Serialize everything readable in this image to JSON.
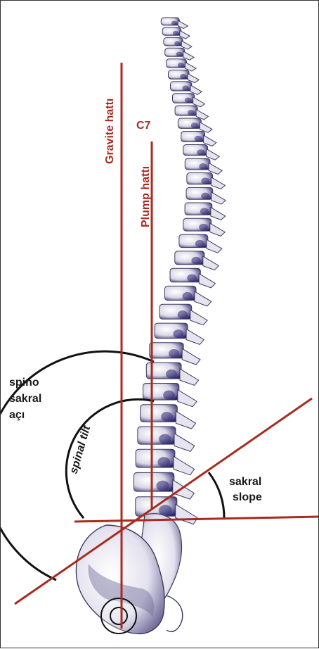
{
  "labels": {
    "gravity_line": "Gravite hattı",
    "c7": "C7",
    "plumb_line": "Plump hattı",
    "spino_sacral_angle_l1": "spino",
    "spino_sacral_angle_l2": "sakral",
    "spino_sacral_angle_l3": "açı",
    "spinal_tilt": "spinal tilt",
    "sacral_slope_l1": "sakral",
    "sacral_slope_l2": "slope"
  },
  "colors": {
    "reference_lines": "#a82a20",
    "angle_arcs": "#111111",
    "bone_fill": "#f4f3f7",
    "bone_shadow": "#2c2670",
    "bone_outline": "#3d3a5c"
  }
}
